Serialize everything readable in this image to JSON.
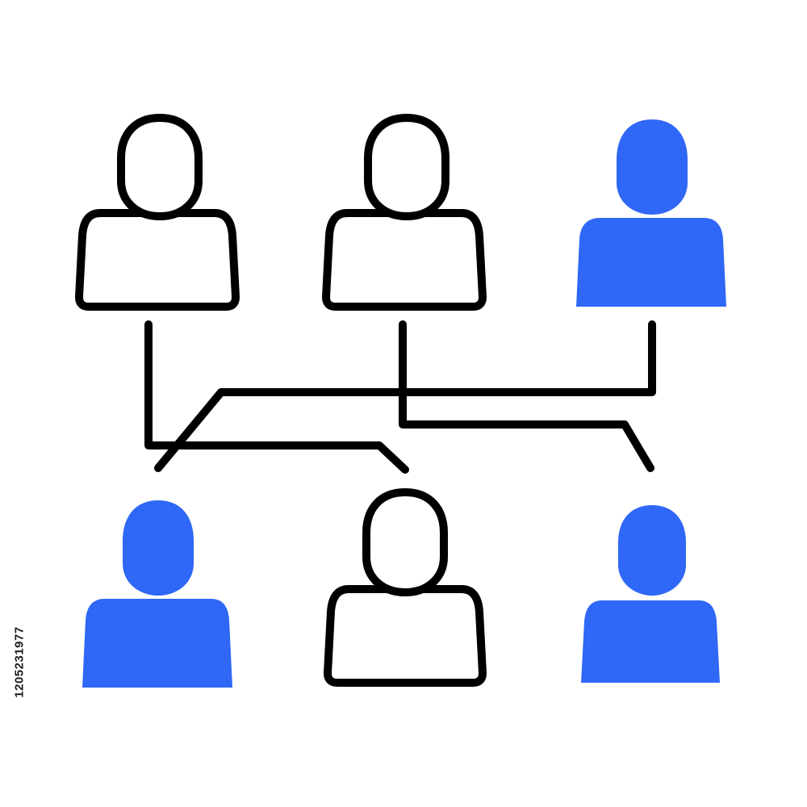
{
  "illustration": {
    "subject": "network-of-people-icon",
    "colors": {
      "outline": "#000000",
      "accent_fill": "#2f67f6",
      "background": "#ffffff"
    },
    "people": [
      {
        "id": "top-left",
        "style": "outline"
      },
      {
        "id": "top-center",
        "style": "outline"
      },
      {
        "id": "top-right",
        "style": "filled"
      },
      {
        "id": "bottom-left",
        "style": "filled"
      },
      {
        "id": "bottom-center",
        "style": "outline"
      },
      {
        "id": "bottom-right",
        "style": "filled"
      }
    ],
    "connections": [
      {
        "from": "top-left",
        "to": "bottom-center"
      },
      {
        "from": "top-center",
        "to": "bottom-right"
      },
      {
        "from": "top-right",
        "to": "bottom-left"
      }
    ]
  },
  "stock_id": "1205231977"
}
